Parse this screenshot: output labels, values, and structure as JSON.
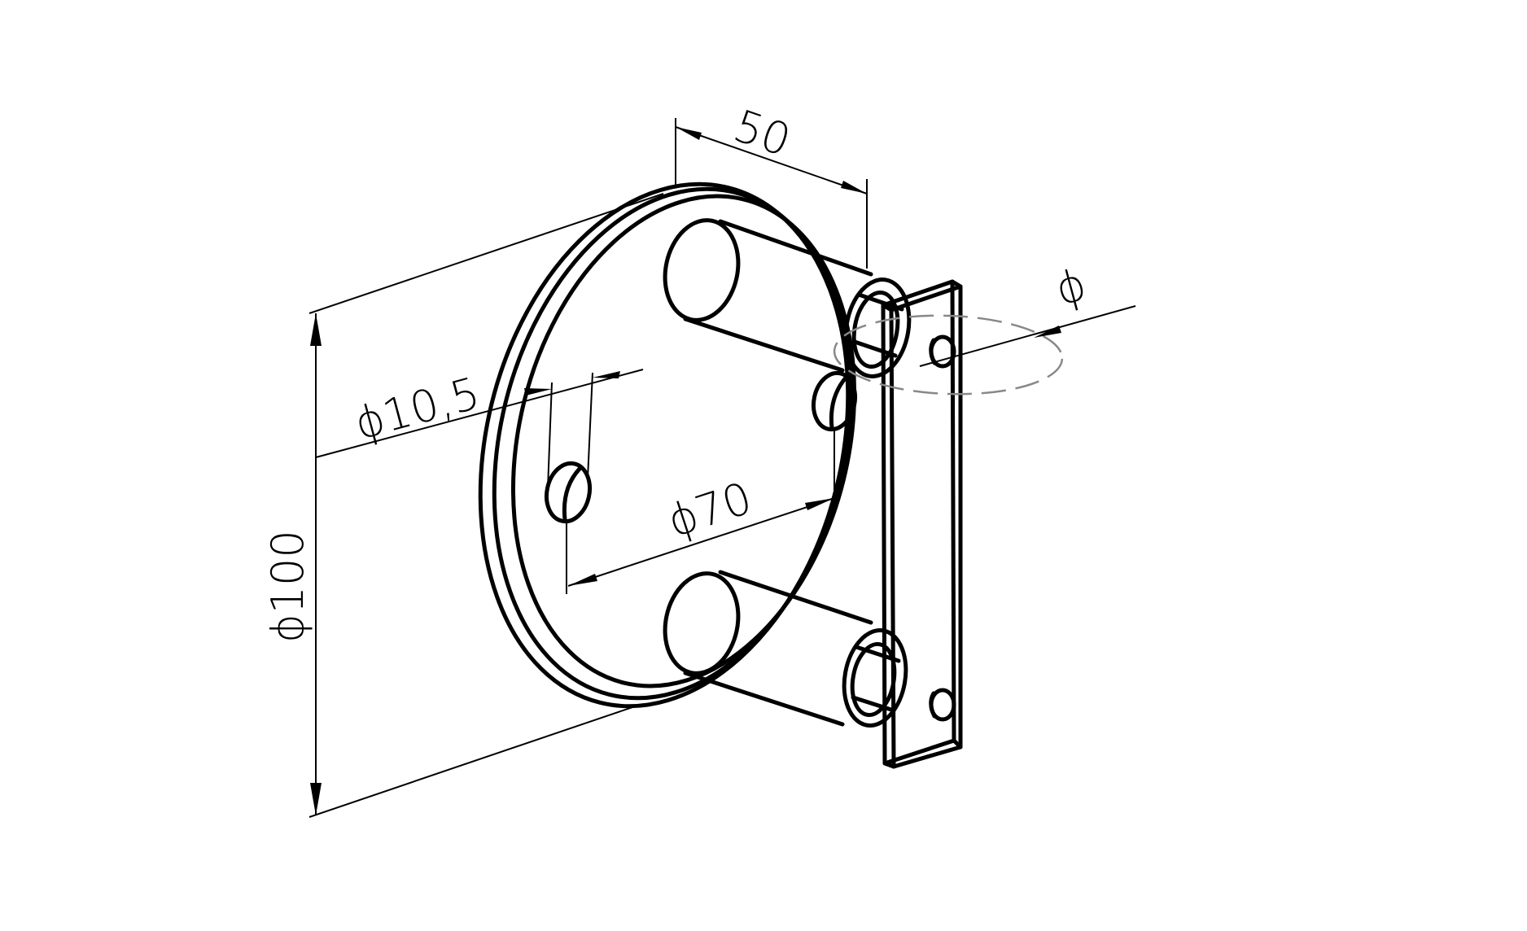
{
  "dimensions": {
    "width_label": "50",
    "flange_diameter_label": "ϕ100",
    "hole_diameter_label": "ϕ10,5",
    "bolt_circle_label": "ϕ70",
    "pin_diameter_label": "ϕ"
  }
}
